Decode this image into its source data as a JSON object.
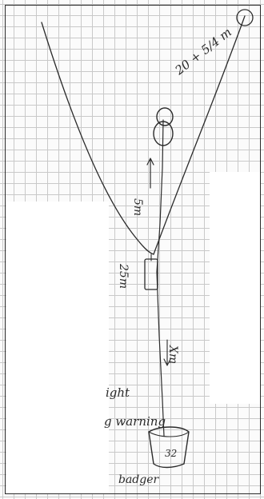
{
  "sketch": {
    "upper_line_length": "20 + 5/4 m",
    "pulley_to_bag_length": "5m",
    "drop_length": "25m",
    "lower_line_length": "Xm",
    "weight_label": "ight",
    "warning_label": "g warning",
    "bucket_label": "32",
    "bottom_label": "badger",
    "colors": {
      "ink": "#2b2b2b",
      "grid": "#c9c9c9",
      "paper": "#fbfbfb"
    }
  }
}
